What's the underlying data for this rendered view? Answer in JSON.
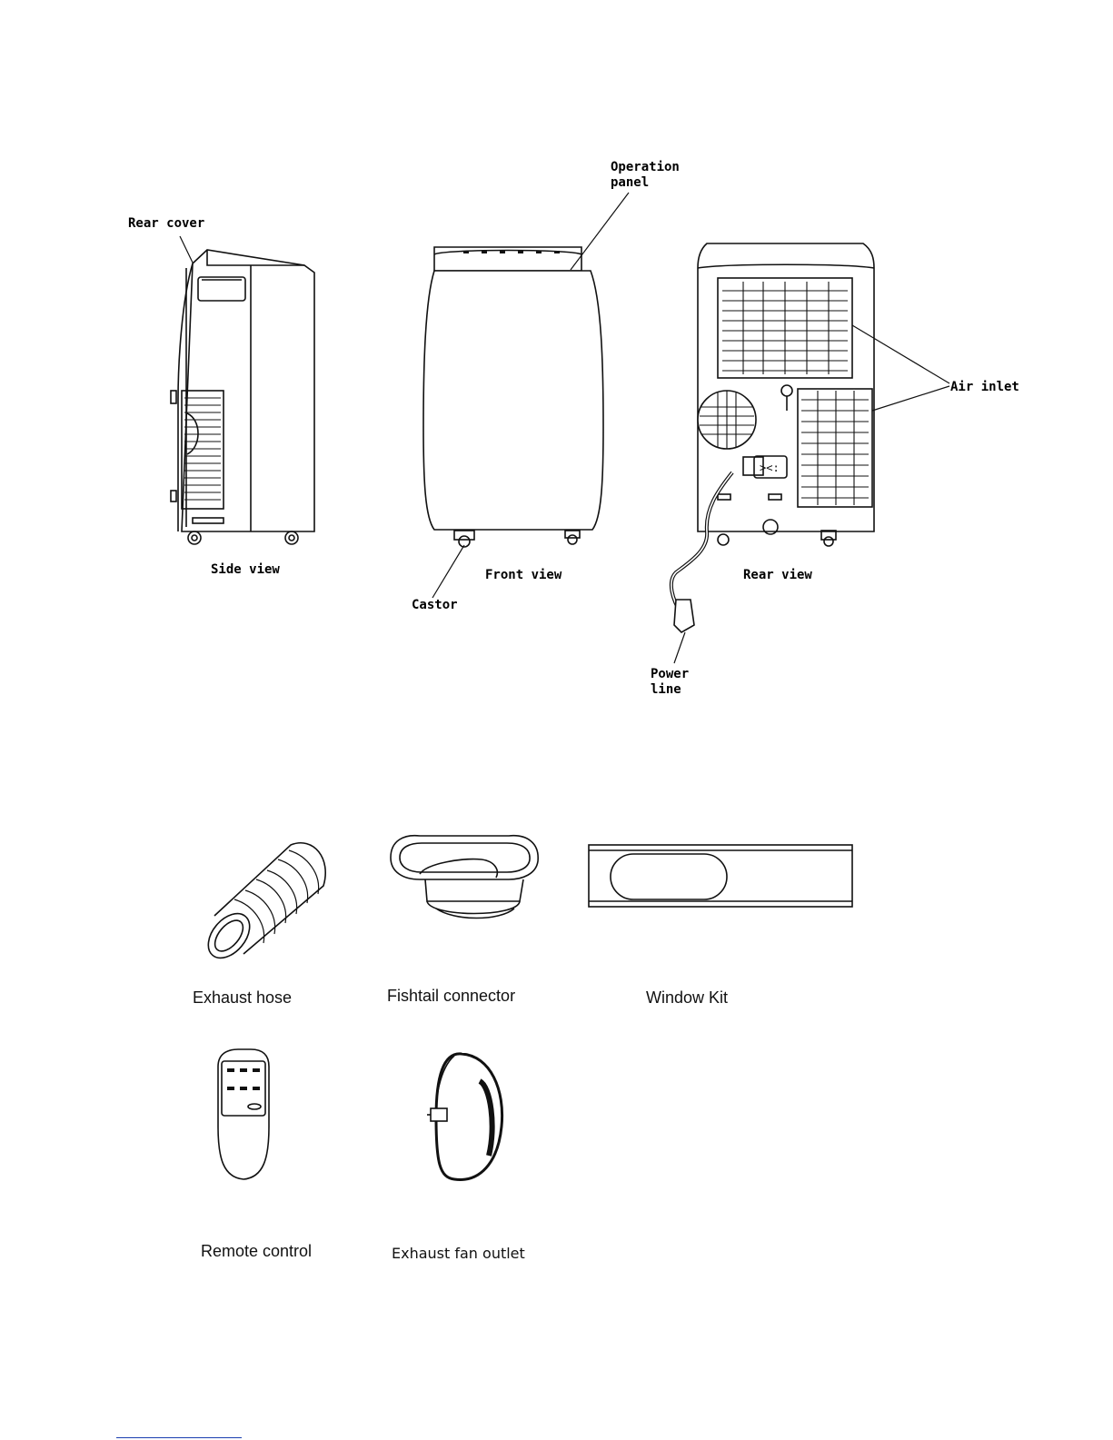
{
  "diagram_labels": {
    "rear_cover": "Rear cover",
    "operation_panel": "Operation\npanel",
    "air_inlet": "Air inlet",
    "side_view": "Side view",
    "front_view": "Front view",
    "rear_view": "Rear view",
    "castor": "Castor",
    "power_line": "Power\nline"
  },
  "accessories": {
    "exhaust_hose": "Exhaust hose",
    "fishtail_connector": "Fishtail connector",
    "window_kit": "Window Kit",
    "remote_control": "Remote control",
    "exhaust_fan_outlet": "Exhaust fan outlet"
  }
}
